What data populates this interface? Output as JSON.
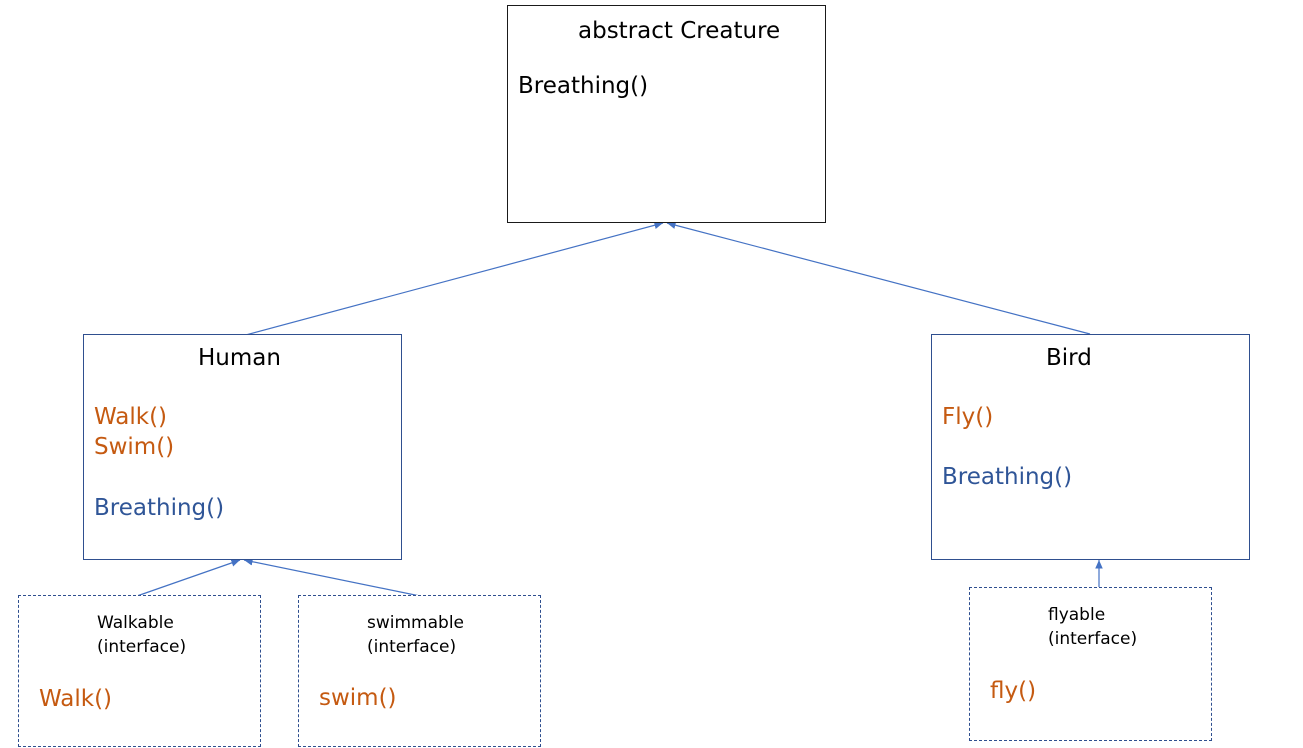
{
  "colors": {
    "orange": "#c55a11",
    "blue": "#2f5597",
    "edge": "#4472c4"
  },
  "creature": {
    "title": "abstract Creature",
    "method": "Breathing()"
  },
  "human": {
    "title": "Human",
    "methods": [
      "Walk()",
      "Swim()"
    ],
    "inherited": "Breathing()"
  },
  "bird": {
    "title": "Bird",
    "methods": [
      "Fly()"
    ],
    "inherited": "Breathing()"
  },
  "walkable": {
    "name": "Walkable",
    "kind": "(interface)",
    "method": "Walk()"
  },
  "swimmable": {
    "name": "swimmable",
    "kind": "(interface)",
    "method": "swim()"
  },
  "flyable": {
    "name": "flyable",
    "kind": "(interface)",
    "method": "fly()"
  },
  "edges": [
    {
      "from": "human",
      "to": "creature",
      "kind": "inherits"
    },
    {
      "from": "bird",
      "to": "creature",
      "kind": "inherits"
    },
    {
      "from": "walkable",
      "to": "human",
      "kind": "implements"
    },
    {
      "from": "swimmable",
      "to": "human",
      "kind": "implements"
    },
    {
      "from": "flyable",
      "to": "bird",
      "kind": "implements"
    }
  ]
}
